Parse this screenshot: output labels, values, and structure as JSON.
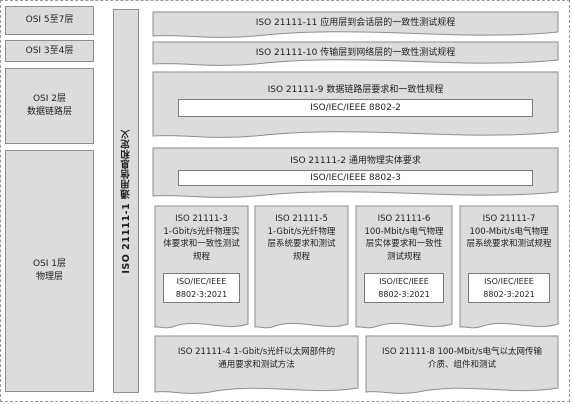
{
  "osi": {
    "l57": "OSI 5至7层",
    "l34": "OSI 3至4层",
    "l2_line1": "OSI 2层",
    "l2_line2": "数据链路层",
    "l1_line1": "OSI 1层",
    "l1_line2": "物理层"
  },
  "side": {
    "label": "ISO 21111-1 通用信息和定义"
  },
  "stds": {
    "s11": "ISO 21111-11 应用层到会话层的一致性测试规程",
    "s10": "ISO 21111-10 传输层到网络层的一致性测试规程",
    "s9": "ISO 21111-9 数据链路层要求和一致性规程",
    "s9_ref": "ISO/IEC/IEEE 8802-2",
    "s2": "ISO 21111-2 通用物理实体要求",
    "s2_ref": "ISO/IEC/IEEE 8802-3",
    "s3_l1": "ISO 21111-3",
    "s3_l2": "1-Gbit/s光纤物理实",
    "s3_l3": "体要求和一致性测试",
    "s3_l4": "规程",
    "s3_ref1": "ISO/IEC/IEEE",
    "s3_ref2": "8802-3:2021",
    "s5_l1": "ISO 21111-5",
    "s5_l2": "1-Gbit/s光纤物理",
    "s5_l3": "层系统要求和测试",
    "s5_l4": "规程",
    "s6_l1": "ISO 21111-6",
    "s6_l2": "100-Mbit/s电气物理",
    "s6_l3": "层实体要求和一致性",
    "s6_l4": "测试规程",
    "s6_ref1": "ISO/IEC/IEEE",
    "s6_ref2": "8802-3:2021",
    "s7_l1": "ISO 21111-7",
    "s7_l2": "100-Mbit/s电气物理",
    "s7_l3": "层系统要求和测试规程",
    "s7_ref1": "ISO/IEC/IEEE",
    "s7_ref2": "8802-3:2021",
    "s4_l1": "ISO 21111-4 1-Gbit/s光纤以太网部件的",
    "s4_l2": "通用要求和测试方法",
    "s8_l1": "ISO 21111-8 100-Mbit/s电气以太网传输",
    "s8_l2": "介质、组件和测试"
  }
}
